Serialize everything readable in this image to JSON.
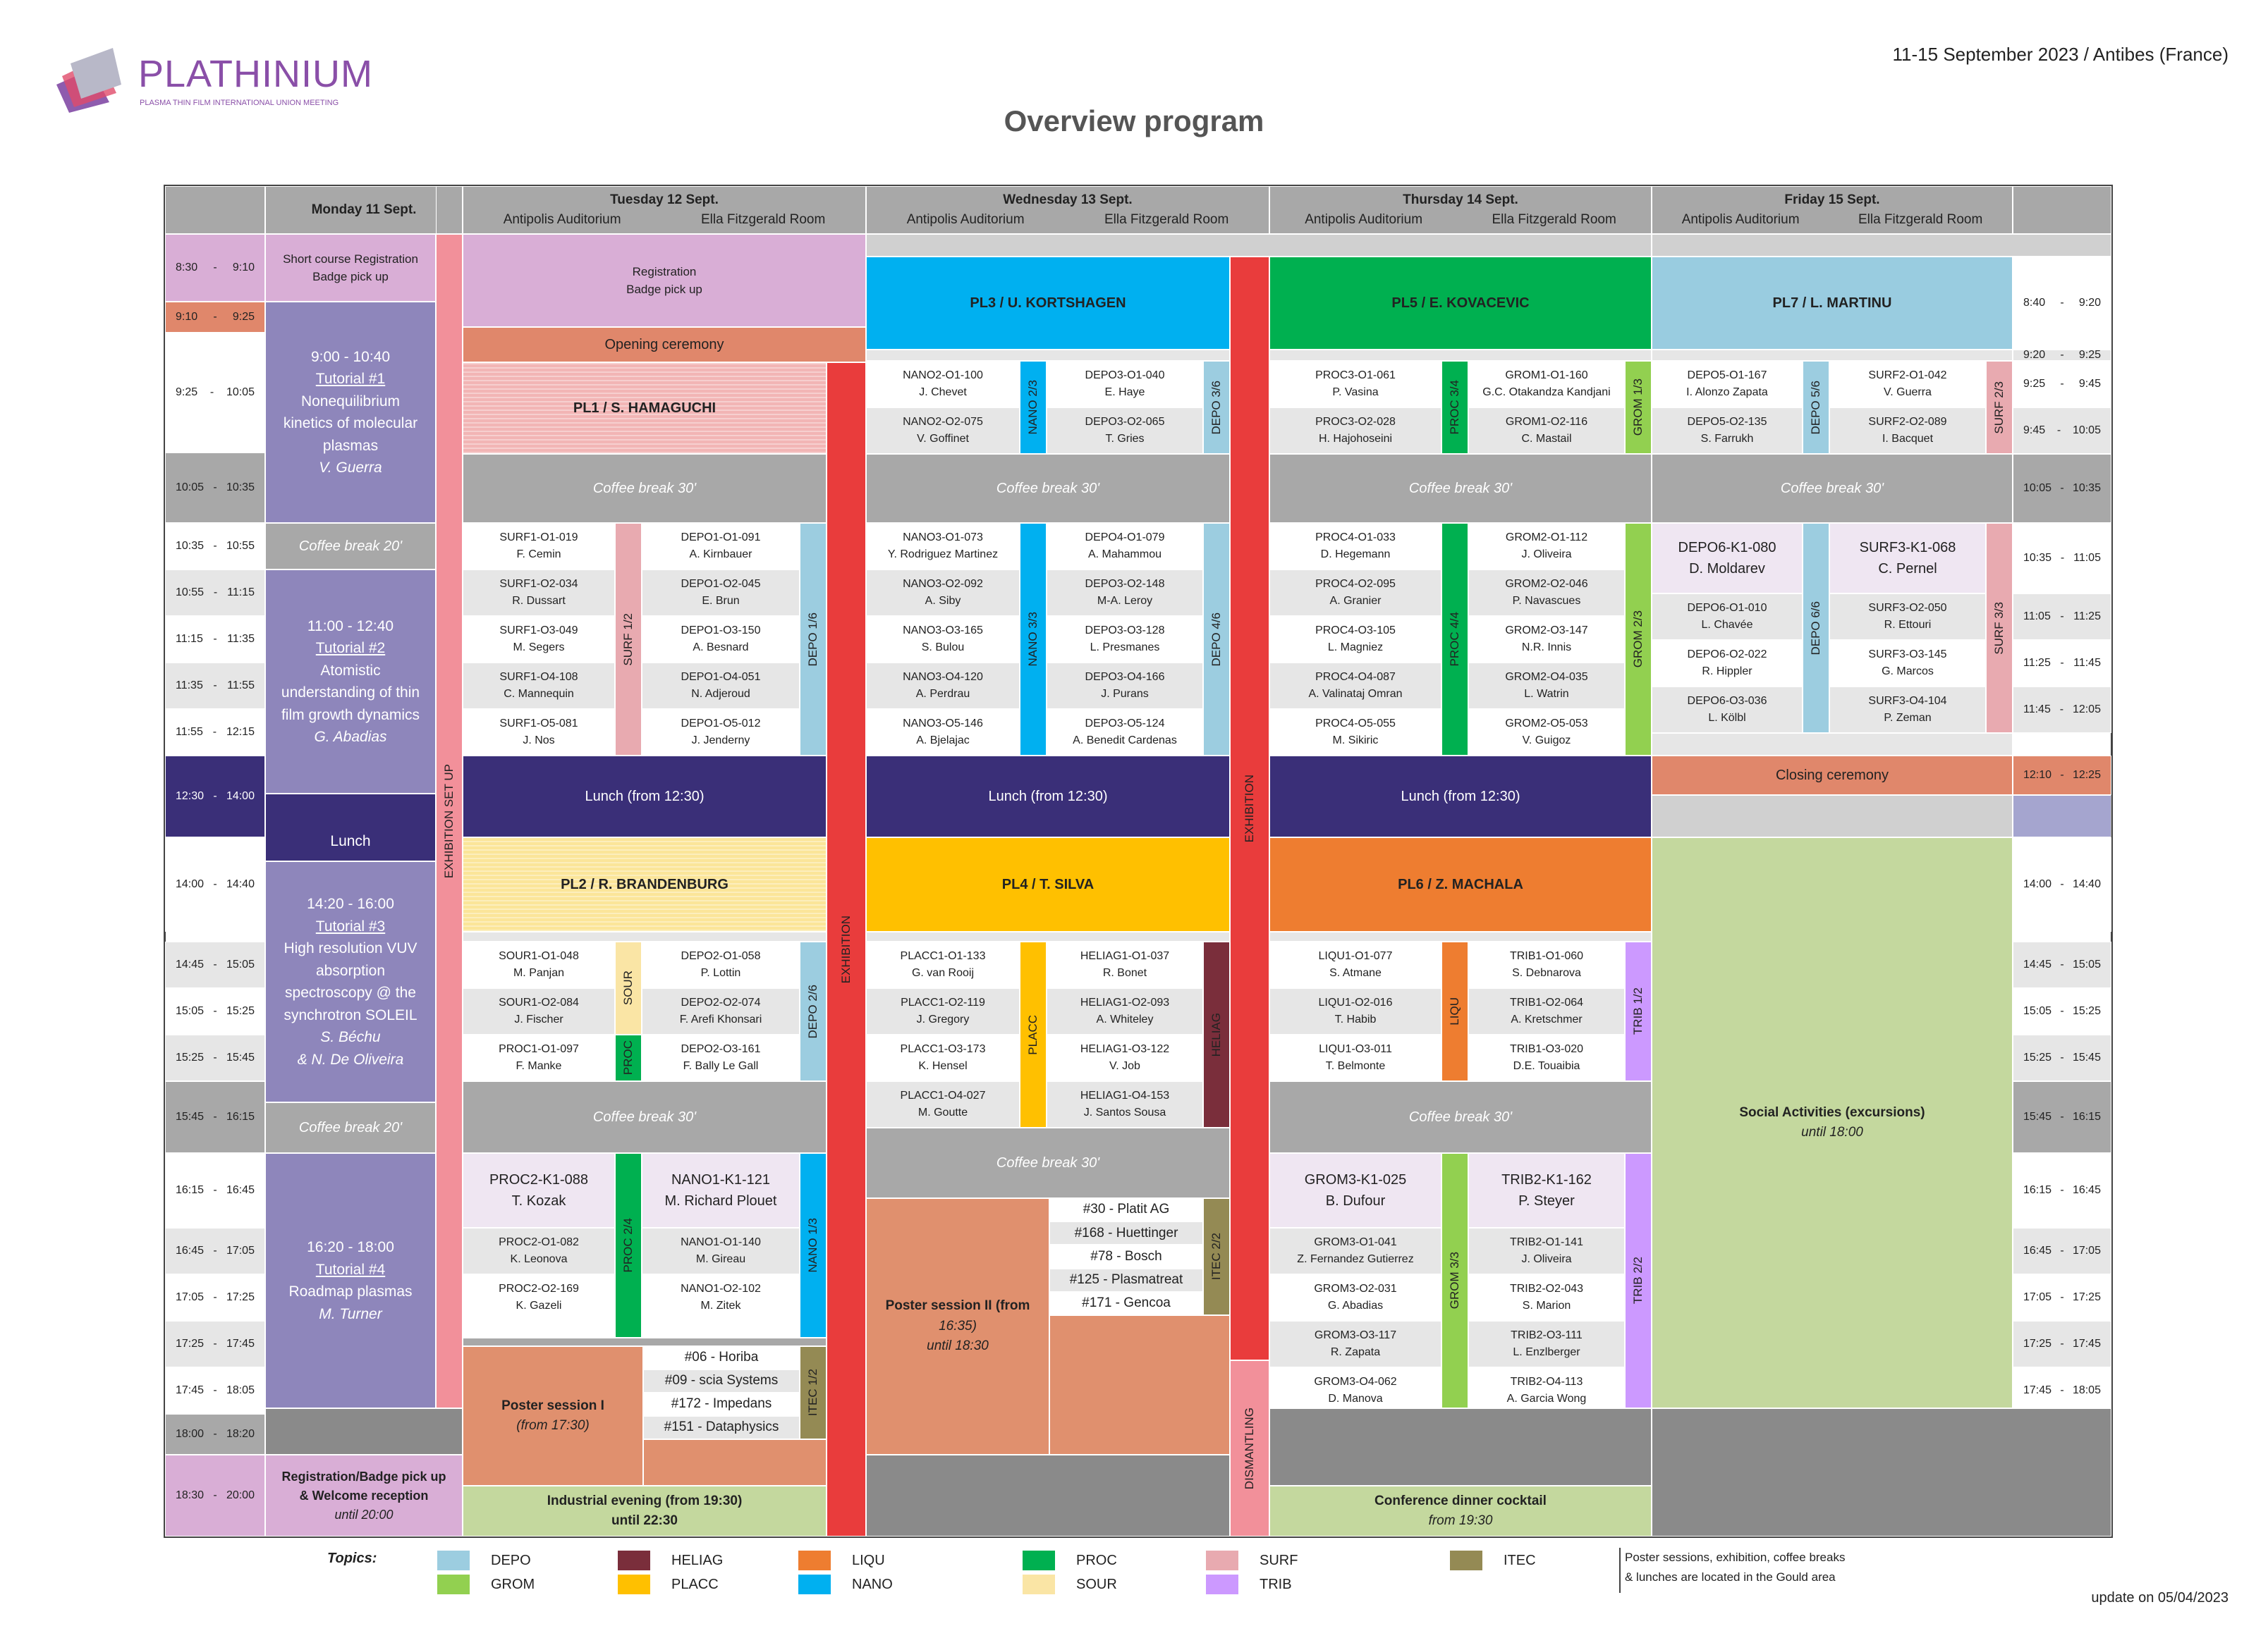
{
  "logo": {
    "name": "PLATHINIUM",
    "tagline": "PLASMA THIN FILM INTERNATIONAL UNION MEETING"
  },
  "event_info": "11-15 September 2023 / Antibes (France)",
  "title": "Overview program",
  "update": "update on 05/04/2023",
  "colors": {
    "DEPO": "#9ccde0",
    "GROM": "#92d050",
    "HELIAG": "#7a2e3b",
    "LIQU": "#ee7d30",
    "NANO": "#00b0f0",
    "PLACC": "#ffc000",
    "PROC": "#00b050",
    "SOUR": "#fae5a5",
    "SURF": "#e8aab0",
    "TRIB": "#cc99ff",
    "ITEC": "#948a54",
    "lunch": "#3a2f78",
    "tutorial": "#8e86bb",
    "pink": "#d9aed6",
    "salmon": "#e0876b",
    "gray": "#a8a8a8",
    "exhib": "#e93c3c",
    "pl1": "#f2b5b5",
    "pl2": "#fbe599",
    "pl3": "#00b0f0",
    "pl4": "#ffc000",
    "pl5": "#00b050",
    "pl6": "#ee7d30",
    "pl7": "#99cce0",
    "social": "#c4d89e",
    "poster": "#e0906e",
    "cocktail": "#c4d89e"
  },
  "header": {
    "mon": "Monday 11 Sept.",
    "tue": "Tuesday 12 Sept.",
    "wed": "Wednesday 13 Sept.",
    "thu": "Thursday 14 Sept.",
    "fri": "Friday 15 Sept.",
    "room_a": "Antipolis Auditorium",
    "room_b": "Ella Fitzgerald Room"
  },
  "times_left": [
    {
      "a": "8:30",
      "b": "9:10"
    },
    {
      "a": "9:10",
      "b": "9:25"
    },
    {
      "a": "9:25",
      "b": "10:05"
    },
    {
      "a": "10:05",
      "b": "10:35"
    },
    {
      "a": "10:35",
      "b": "10:55"
    },
    {
      "a": "10:55",
      "b": "11:15"
    },
    {
      "a": "11:15",
      "b": "11:35"
    },
    {
      "a": "11:35",
      "b": "11:55"
    },
    {
      "a": "11:55",
      "b": "12:15"
    },
    {
      "a": "12:30",
      "b": "14:00"
    },
    {
      "a": "14:00",
      "b": "14:40"
    },
    {
      "a": "14:45",
      "b": "15:05"
    },
    {
      "a": "15:05",
      "b": "15:25"
    },
    {
      "a": "15:25",
      "b": "15:45"
    },
    {
      "a": "15:45",
      "b": "16:15"
    },
    {
      "a": "16:15",
      "b": "16:45"
    },
    {
      "a": "16:45",
      "b": "17:05"
    },
    {
      "a": "17:05",
      "b": "17:25"
    },
    {
      "a": "17:25",
      "b": "17:45"
    },
    {
      "a": "17:45",
      "b": "18:05"
    },
    {
      "a": "18:00",
      "b": "18:20"
    },
    {
      "a": "18:30",
      "b": "20:00"
    }
  ],
  "times_right": [
    {
      "a": "8:40",
      "b": "9:20"
    },
    {
      "a": "9:20",
      "b": "9:25"
    },
    {
      "a": "9:25",
      "b": "9:45"
    },
    {
      "a": "9:45",
      "b": "10:05"
    },
    {
      "a": "10:05",
      "b": "10:35"
    },
    {
      "a": "10:35",
      "b": "11:05"
    },
    {
      "a": "11:05",
      "b": "11:25"
    },
    {
      "a": "11:25",
      "b": "11:45"
    },
    {
      "a": "11:45",
      "b": "12:05"
    },
    {
      "a": "12:10",
      "b": "12:25"
    },
    {
      "a": "14:00",
      "b": "14:40"
    },
    {
      "a": "14:45",
      "b": "15:05"
    },
    {
      "a": "15:05",
      "b": "15:25"
    },
    {
      "a": "15:25",
      "b": "15:45"
    },
    {
      "a": "15:45",
      "b": "16:15"
    },
    {
      "a": "16:15",
      "b": "16:45"
    },
    {
      "a": "16:45",
      "b": "17:05"
    },
    {
      "a": "17:05",
      "b": "17:25"
    },
    {
      "a": "17:25",
      "b": "17:45"
    },
    {
      "a": "17:45",
      "b": "18:05"
    }
  ],
  "monday": {
    "reg": [
      "Short course Registration",
      "Badge pick up"
    ],
    "t1": [
      "9:00 - 10:40",
      "Tutorial #1",
      "Nonequilibrium",
      "kinetics of molecular",
      "plasmas",
      "V. Guerra"
    ],
    "cb1": "Coffee break 20'",
    "t2": [
      "11:00 - 12:40",
      "Tutorial #2",
      "Atomistic",
      "understanding of thin",
      "film growth dynamics",
      "G. Abadias"
    ],
    "lunch": "Lunch",
    "t3": [
      "14:20 - 16:00",
      "Tutorial #3",
      "High resolution VUV",
      "absorption",
      "spectroscopy @ the",
      "synchrotron SOLEIL",
      "S. Béchu",
      "& N. De Oliveira"
    ],
    "cb2": "Coffee break 20'",
    "t4": [
      "16:20 - 18:00",
      "Tutorial #4",
      "Roadmap plasmas",
      "M. Turner"
    ],
    "welcome": [
      "Registration/Badge pick up",
      "& Welcome reception",
      "until 20:00"
    ],
    "exhib_setup": "EXHIBITION SET UP"
  },
  "tuesday": {
    "reg": [
      "Registration",
      "Badge pick up"
    ],
    "opening": "Opening ceremony",
    "pl1": "PL1 / S. HAMAGUCHI",
    "coffee": "Coffee break 30'",
    "a1": [
      [
        "SURF1-O1-019",
        "F. Cemin"
      ],
      [
        "SURF1-O2-034",
        "R. Dussart"
      ],
      [
        "SURF1-O3-049",
        "M. Segers"
      ],
      [
        "SURF1-O4-108",
        "C. Mannequin"
      ],
      [
        "SURF1-O5-081",
        "J. Nos"
      ]
    ],
    "a1tag": "SURF 1/2",
    "b1": [
      [
        "DEPO1-O1-091",
        "A. Kirnbauer"
      ],
      [
        "DEPO1-O2-045",
        "E. Brun"
      ],
      [
        "DEPO1-O3-150",
        "A. Besnard"
      ],
      [
        "DEPO1-O4-051",
        "N. Adjeroud"
      ],
      [
        "DEPO1-O5-012",
        "J. Jenderny"
      ]
    ],
    "b1tag": "DEPO 1/6",
    "lunch": "Lunch (from 12:30)",
    "pl2": "PL2 / R. BRANDENBURG",
    "a2": [
      [
        "SOUR1-O1-048",
        "M. Panjan"
      ],
      [
        "SOUR1-O2-084",
        "J. Fischer"
      ],
      [
        "PROC1-O1-097",
        "F. Manke"
      ]
    ],
    "a2tag1": "SOUR",
    "a2tag2": "PROC",
    "b2": [
      [
        "DEPO2-O1-058",
        "P. Lottin"
      ],
      [
        "DEPO2-O2-074",
        "F. Arefi Khonsari"
      ],
      [
        "DEPO2-O3-161",
        "F. Bally Le Gall"
      ]
    ],
    "b2tag": "DEPO 2/6",
    "a3": [
      [
        "PROC2-K1-088",
        "T. Kozak"
      ],
      [
        "PROC2-O1-082",
        "K. Leonova"
      ],
      [
        "PROC2-O2-169",
        "K. Gazeli"
      ]
    ],
    "a3tag": "PROC 2/4",
    "b3": [
      [
        "NANO1-K1-121",
        "M. Richard Plouet"
      ],
      [
        "NANO1-O1-140",
        "M. Gireau"
      ],
      [
        "NANO1-O2-102",
        "M. Zitek"
      ]
    ],
    "b3tag": "NANO 1/3",
    "poster": [
      "Poster session I",
      "(from 17:30)"
    ],
    "sponsors": [
      "#06 - Horiba",
      "#09 - scia Systems",
      "#172 - Impedans",
      "#151 - Dataphysics"
    ],
    "itec": "ITEC 1/2",
    "evening": [
      "Industrial evening (from 19:30)",
      "until 22:30"
    ],
    "exhibition": "EXHIBITION"
  },
  "wednesday": {
    "pl3": "PL3 / U. KORTSHAGEN",
    "a1": [
      [
        "NANO2-O1-100",
        "J. Chevet"
      ],
      [
        "NANO2-O2-075",
        "V. Goffinet"
      ]
    ],
    "a1tag": "NANO 2/3",
    "b1": [
      [
        "DEPO3-O1-040",
        "E. Haye"
      ],
      [
        "DEPO3-O2-065",
        "T. Gries"
      ]
    ],
    "b1tag": "DEPO 3/6",
    "coffee": "Coffee break 30'",
    "a2": [
      [
        "NANO3-O1-073",
        "Y. Rodriguez Martinez"
      ],
      [
        "NANO3-O2-092",
        "A. Siby"
      ],
      [
        "NANO3-O3-165",
        "S. Bulou"
      ],
      [
        "NANO3-O4-120",
        "A. Perdrau"
      ],
      [
        "NANO3-O5-146",
        "A. Bjelajac"
      ]
    ],
    "a2tag": "NANO 3/3",
    "b2": [
      [
        "DEPO4-O1-079",
        "A. Mahammou"
      ],
      [
        "DEPO3-O2-148",
        "M-A. Leroy"
      ],
      [
        "DEPO3-O3-128",
        "L. Presmanes"
      ],
      [
        "DEPO3-O4-166",
        "J. Purans"
      ],
      [
        "DEPO3-O5-124",
        "A. Benedit Cardenas"
      ]
    ],
    "b2tag": "DEPO 4/6",
    "lunch": "Lunch (from 12:30)",
    "pl4": "PL4 / T. SILVA",
    "a3": [
      [
        "PLACC1-O1-133",
        "G. van Rooij"
      ],
      [
        "PLACC1-O2-119",
        "J. Gregory"
      ],
      [
        "PLACC1-O3-173",
        "K. Hensel"
      ],
      [
        "PLACC1-O4-027",
        "M. Goutte"
      ]
    ],
    "a3tag": "PLACC",
    "b3": [
      [
        "HELIAG1-O1-037",
        "R. Bonet"
      ],
      [
        "HELIAG1-O2-093",
        "A. Whiteley"
      ],
      [
        "HELIAG1-O3-122",
        "V. Job"
      ],
      [
        "HELIAG1-O4-153",
        "J. Santos Sousa"
      ]
    ],
    "b3tag": "HELIAG",
    "coffee2": "Coffee break 30'",
    "poster": [
      "Poster session II (from",
      "16:35)",
      "until 18:30"
    ],
    "sponsors": [
      "#30 - Platit AG",
      "#168 - Huettinger",
      "#78 - Bosch",
      "#125 - Plasmatreat",
      "#171 - Gencoa"
    ],
    "itec": "ITEC 2/2",
    "exhibition": "EXHIBITION",
    "dismantling": "DISMANTLING"
  },
  "thursday": {
    "pl5": "PL5 / E. KOVACEVIC",
    "a1": [
      [
        "PROC3-O1-061",
        "P. Vasina"
      ],
      [
        "PROC3-O2-028",
        "H. Hajohoseini"
      ]
    ],
    "a1tag": "PROC 3/4",
    "b1": [
      [
        "GROM1-O1-160",
        "G.C. Otakandza Kandjani"
      ],
      [
        "GROM1-O2-116",
        "C. Mastail"
      ]
    ],
    "b1tag": "GROM 1/3",
    "coffee": "Coffee break 30'",
    "a2": [
      [
        "PROC4-O1-033",
        "D. Hegemann"
      ],
      [
        "PROC4-O2-095",
        "A. Granier"
      ],
      [
        "PROC4-O3-105",
        "L. Magniez"
      ],
      [
        "PROC4-O4-087",
        "A. Valinataj Omran"
      ],
      [
        "PROC4-O5-055",
        "M. Sikiric"
      ]
    ],
    "a2tag": "PROC 4/4",
    "b2": [
      [
        "GROM2-O1-112",
        "J. Oliveira"
      ],
      [
        "GROM2-O2-046",
        "P. Navascues"
      ],
      [
        "GROM2-O3-147",
        "N.R. Innis"
      ],
      [
        "GROM2-O4-035",
        "L. Watrin"
      ],
      [
        "GROM2-O5-053",
        "V. Guigoz"
      ]
    ],
    "b2tag": "GROM 2/3",
    "lunch": "Lunch (from 12:30)",
    "pl6": "PL6 / Z. MACHALA",
    "a3": [
      [
        "LIQU1-O1-077",
        "S. Atmane"
      ],
      [
        "LIQU1-O2-016",
        "T. Habib"
      ],
      [
        "LIQU1-O3-011",
        "T. Belmonte"
      ]
    ],
    "a3tag": "LIQU",
    "b3": [
      [
        "TRIB1-O1-060",
        "S. Debnarova"
      ],
      [
        "TRIB1-O2-064",
        "A. Kretschmer"
      ],
      [
        "TRIB1-O3-020",
        "D.E. Touaibia"
      ]
    ],
    "b3tag": "TRIB 1/2",
    "coffee2": "Coffee break 30'",
    "a4": [
      [
        "GROM3-K1-025",
        "B. Dufour"
      ],
      [
        "GROM3-O1-041",
        "Z. Fernandez Gutierrez"
      ],
      [
        "GROM3-O2-031",
        "G. Abadias"
      ],
      [
        "GROM3-O3-117",
        "R. Zapata"
      ],
      [
        "GROM3-O4-062",
        "D. Manova"
      ]
    ],
    "a4tag": "GROM 3/3",
    "b4": [
      [
        "TRIB2-K1-162",
        "P. Steyer"
      ],
      [
        "TRIB2-O1-141",
        "J. Oliveira"
      ],
      [
        "TRIB2-O2-043",
        "S. Marion"
      ],
      [
        "TRIB2-O3-111",
        "L. Enzlberger"
      ],
      [
        "TRIB2-O4-113",
        "A. Garcia Wong"
      ]
    ],
    "b4tag": "TRIB 2/2",
    "dinner": [
      "Conference dinner cocktail",
      "from 19:30"
    ]
  },
  "friday": {
    "pl7": "PL7 / L. MARTINU",
    "a1": [
      [
        "DEPO5-O1-167",
        "I. Alonzo Zapata"
      ],
      [
        "DEPO5-O2-135",
        "S. Farrukh"
      ]
    ],
    "a1tag": "DEPO 5/6",
    "b1": [
      [
        "SURF2-O1-042",
        "V. Guerra"
      ],
      [
        "SURF2-O2-089",
        "I. Bacquet"
      ]
    ],
    "b1tag": "SURF 2/3",
    "coffee": "Coffee break 30'",
    "a2": [
      [
        "DEPO6-K1-080",
        "D. Moldarev"
      ],
      [
        "DEPO6-O1-010",
        "L. Chavée"
      ],
      [
        "DEPO6-O2-022",
        "R. Hippler"
      ],
      [
        "DEPO6-O3-036",
        "L. Kölbl"
      ]
    ],
    "a2tag": "DEPO 6/6",
    "b2": [
      [
        "SURF3-K1-068",
        "C. Pernel"
      ],
      [
        "SURF3-O2-050",
        "R. Ettouri"
      ],
      [
        "SURF3-O3-145",
        "G. Marcos"
      ],
      [
        "SURF3-O4-104",
        "P. Zeman"
      ]
    ],
    "b2tag": "SURF 3/3",
    "closing": "Closing ceremony",
    "social": [
      "Social Activities (excursions)",
      "until 18:00"
    ]
  },
  "legend": {
    "label": "Topics:",
    "items": [
      "DEPO",
      "GROM",
      "HELIAG",
      "PLACC",
      "LIQU",
      "NANO",
      "PROC",
      "SOUR",
      "SURF",
      "TRIB",
      "ITEC"
    ],
    "note": [
      "Poster sessions, exhibition, coffee breaks",
      "& lunches are located in the Gould area"
    ]
  }
}
